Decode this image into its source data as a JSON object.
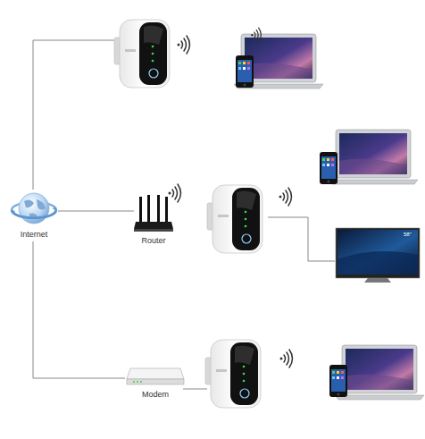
{
  "diagram": {
    "nodes": [
      {
        "text": [
          "Internet"
        ]
      },
      {
        "text": [
          "Router"
        ]
      },
      {
        "text": [
          "Modem"
        ]
      }
    ],
    "edges": [
      {
        "from": 0,
        "to": 1,
        "arrow": "none"
      },
      {
        "from": 0,
        "to": 2,
        "arrow": "none"
      }
    ],
    "labels": [
      "58\""
    ]
  }
}
